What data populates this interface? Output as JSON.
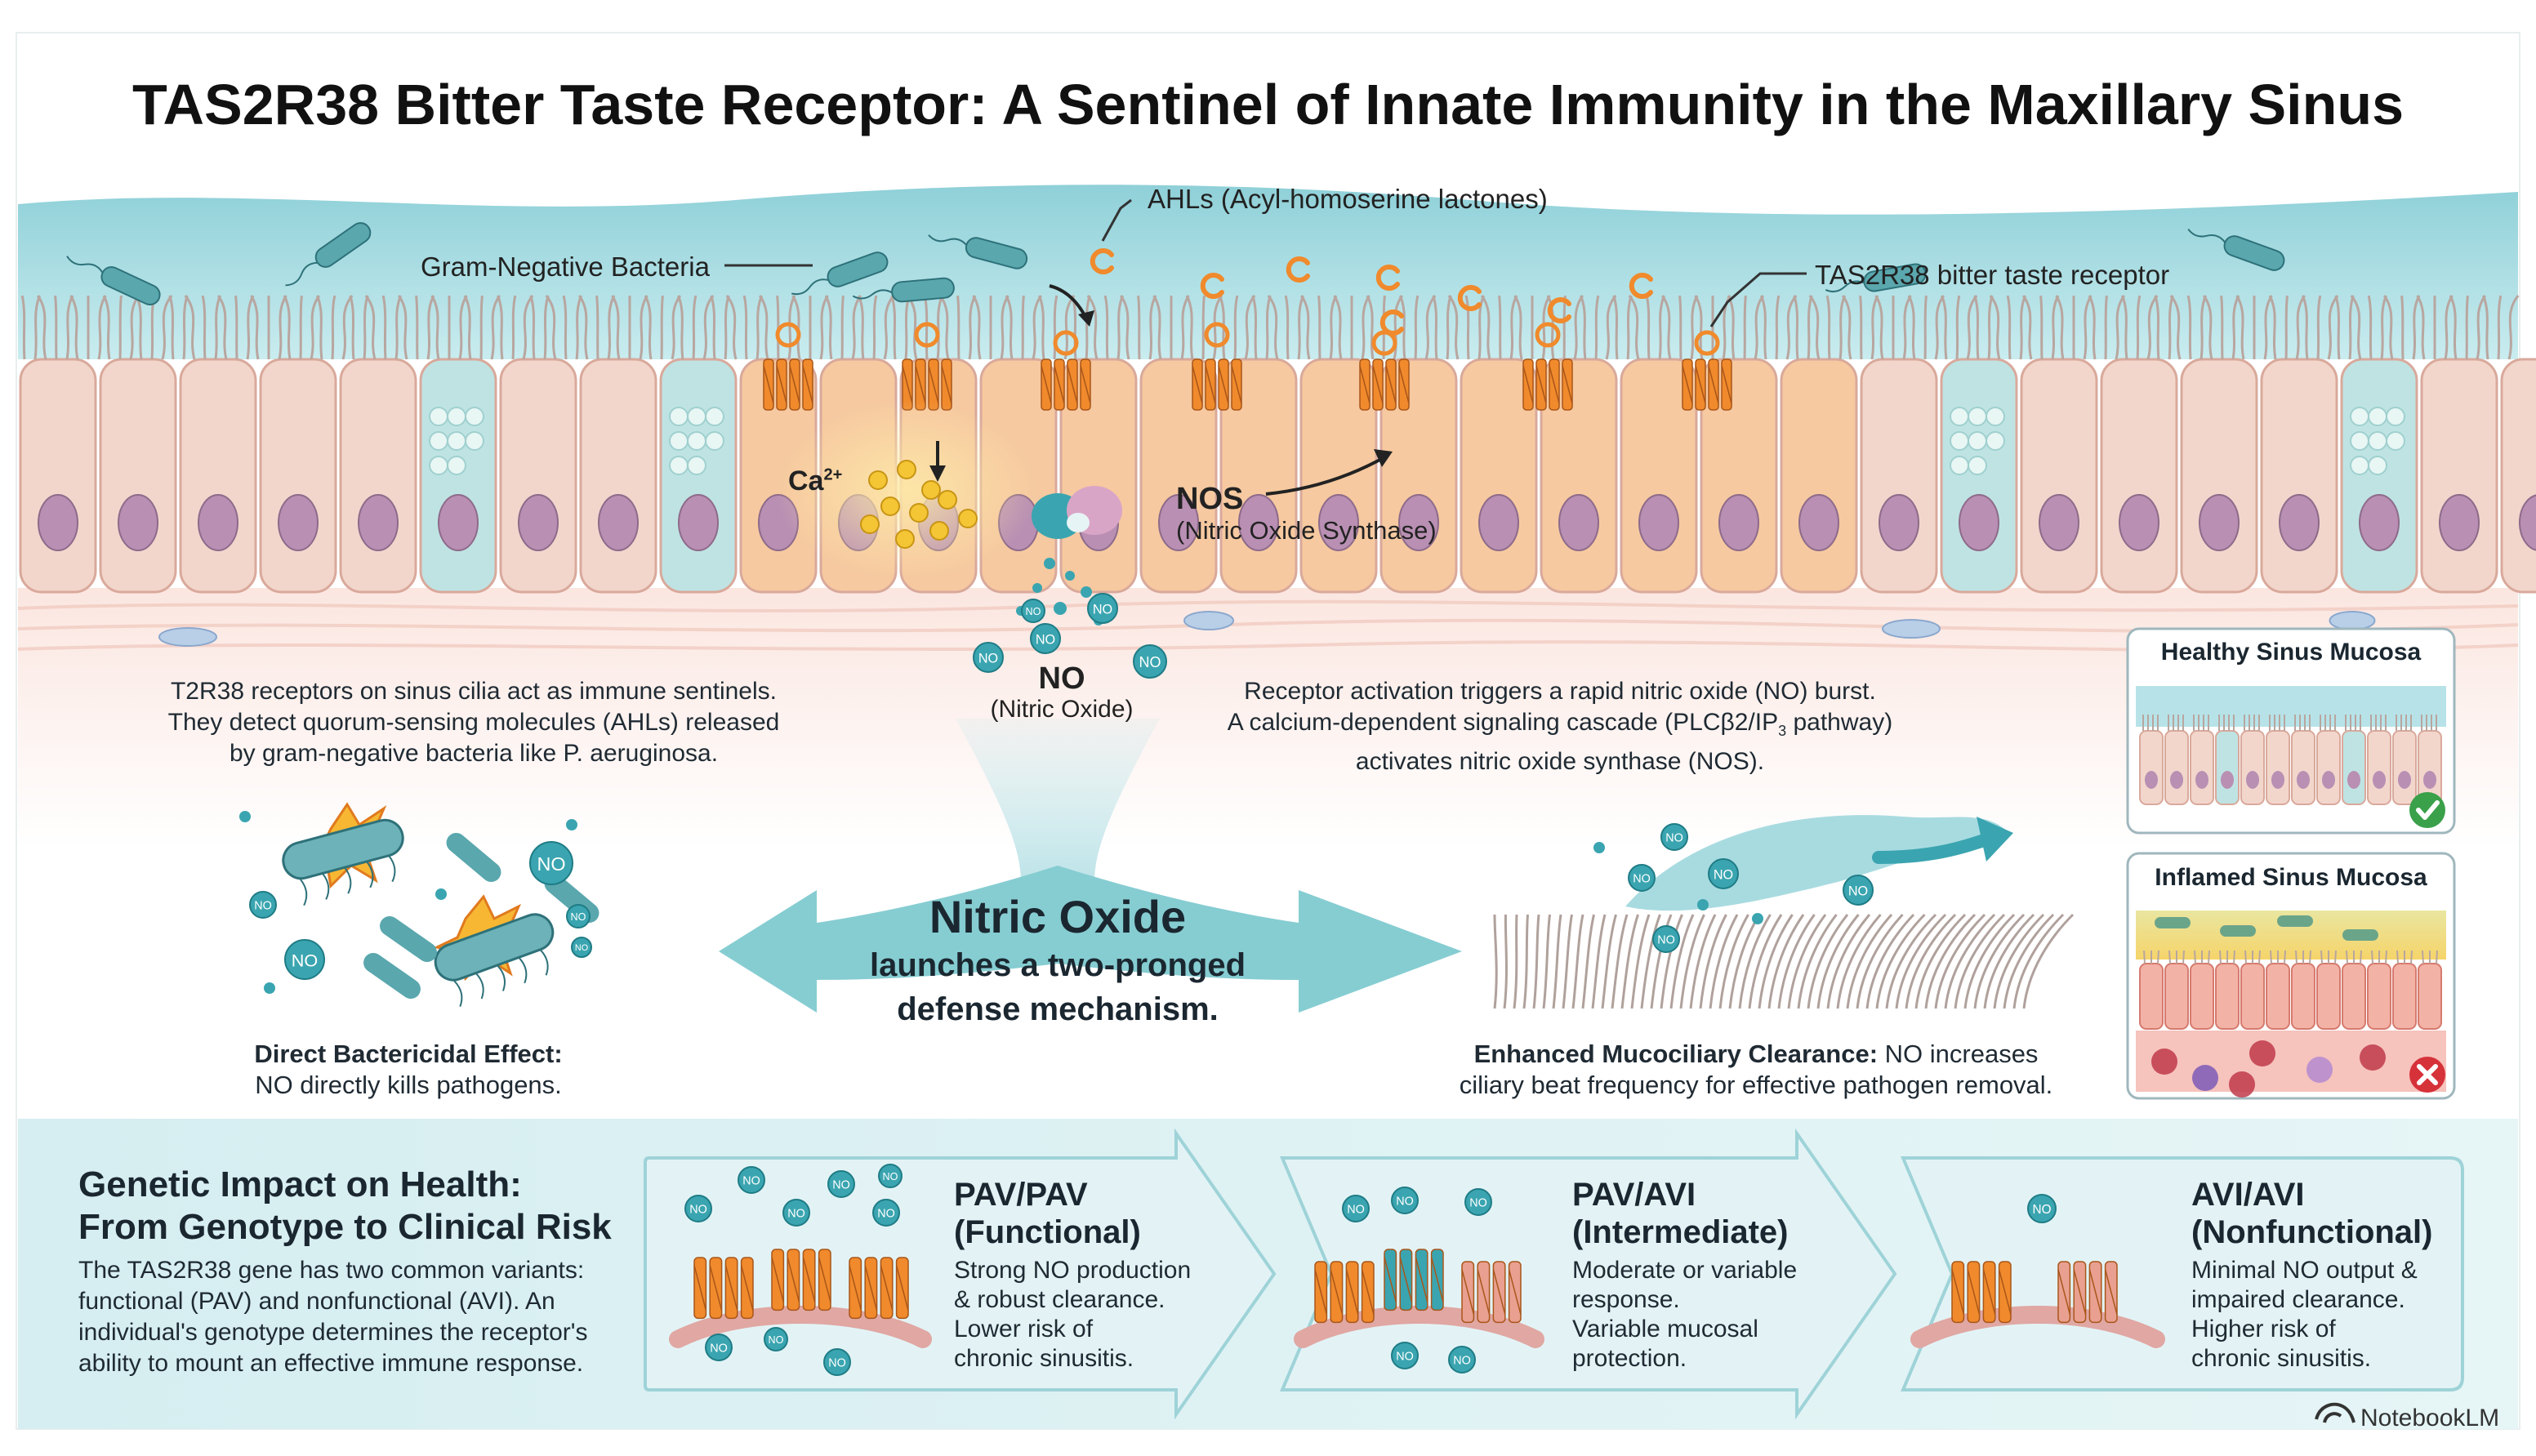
{
  "title": "TAS2R38 Bitter Taste Receptor: A Sentinel of Innate Immunity in the Maxillary Sinus",
  "labels": {
    "ahls": "AHLs (Acyl-homoserine lactones)",
    "gram_negative": "Gram-Negative Bacteria",
    "tas2r38_receptor": "TAS2R38 bitter taste receptor",
    "ca": "Ca",
    "ca_sup": "2+",
    "nos": "NOS",
    "nos_full": "(Nitric Oxide Synthase)",
    "no": "NO",
    "no_full": "(Nitric Oxide)",
    "molecule": "NO"
  },
  "descriptions": {
    "left": [
      "T2R38 receptors on sinus cilia act as immune sentinels.",
      "They detect quorum-sensing molecules (AHLs) released",
      "by gram-negative bacteria like P. aeruginosa."
    ],
    "right_line1": "Receptor activation triggers a rapid nitric oxide (NO) burst.",
    "right_line2_a": "A calcium-dependent signaling cascade (PLCβ2/IP",
    "right_line2_sub": "3",
    "right_line2_b": " pathway)",
    "right_line3": "activates nitric oxide synthase (NOS)."
  },
  "center": {
    "heading": "Nitric Oxide",
    "line1": "launches a two-pronged",
    "line2": "defense mechanism."
  },
  "effects": {
    "bactericidal_title": "Direct Bactericidal Effect:",
    "bactericidal_text": "NO directly kills pathogens.",
    "clearance_title": "Enhanced Mucociliary Clearance:",
    "clearance_text1": " NO increases",
    "clearance_text2": "ciliary beat frequency for effective pathogen removal."
  },
  "insets": {
    "healthy": "Healthy Sinus Mucosa",
    "inflamed": "Inflamed Sinus Mucosa"
  },
  "genetic": {
    "heading1": "Genetic Impact on Health:",
    "heading2": "From Genotype to Clinical Risk",
    "lines": [
      "The TAS2R38 gene has two common variants:",
      "functional (PAV) and nonfunctional (AVI). An",
      "individual's genotype determines the receptor's",
      "ability to mount an effective immune response."
    ]
  },
  "genotypes": [
    {
      "name": "PAV/PAV",
      "status": "(Functional)",
      "lines": [
        "Strong NO production",
        "& robust clearance.",
        "Lower risk of",
        "chronic sinusitis."
      ]
    },
    {
      "name": "PAV/AVI",
      "status": "(Intermediate)",
      "lines": [
        "Moderate or variable",
        "response.",
        "Variable mucosal",
        "protection."
      ]
    },
    {
      "name": "AVI/AVI",
      "status": "(Nonfunctional)",
      "lines": [
        "Minimal NO output &",
        "impaired clearance.",
        "Higher risk of",
        "chronic sinusitis."
      ]
    }
  ],
  "brand": "NotebookLM",
  "colors": {
    "mucus": "#a9dce2",
    "cell": "#f2d6cc",
    "cell_active": "#f6c9a0",
    "receptor": "#f08a2c",
    "nucleus": "#b98fb3",
    "no_molecule": "#3aa5b0",
    "arrow": "#7cc6cc",
    "panel": "#d8eef0"
  },
  "icons": {
    "healthy_status": "check-icon",
    "inflamed_status": "x-icon",
    "brand": "notebook-icon"
  }
}
